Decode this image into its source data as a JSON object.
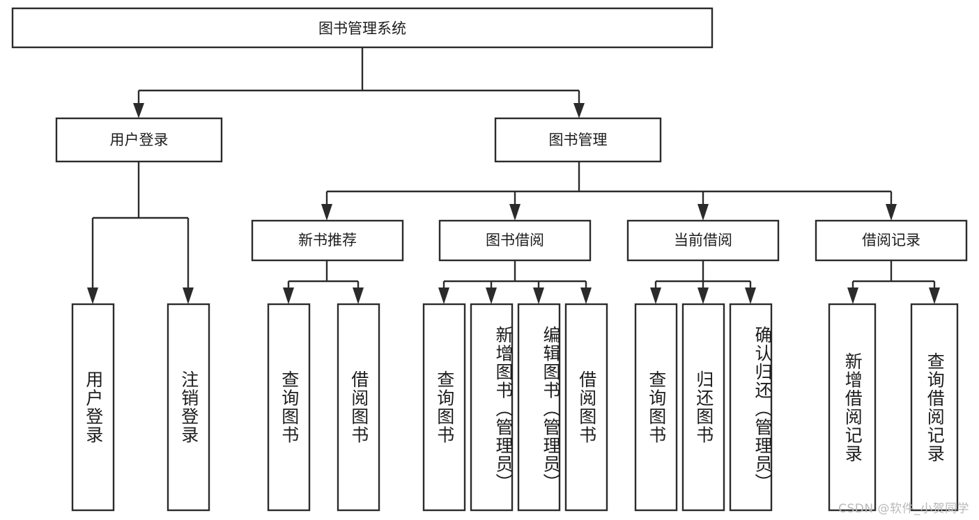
{
  "diagram": {
    "type": "tree",
    "title": "图书管理系统",
    "orientation": "top-down",
    "root": {
      "id": "root",
      "label": "图书管理系统"
    },
    "level2": [
      {
        "id": "user-login",
        "label": "用户登录"
      },
      {
        "id": "book-manage",
        "label": "图书管理"
      }
    ],
    "level3": [
      {
        "id": "new-book-recommend",
        "label": "新书推荐",
        "parent": "book-manage"
      },
      {
        "id": "book-borrow",
        "label": "图书借阅",
        "parent": "book-manage"
      },
      {
        "id": "current-borrow",
        "label": "当前借阅",
        "parent": "book-manage"
      },
      {
        "id": "borrow-record",
        "label": "借阅记录",
        "parent": "book-manage"
      }
    ],
    "leaves": [
      {
        "id": "leaf-user-login",
        "label": "用户登录",
        "parent": "user-login"
      },
      {
        "id": "leaf-logout",
        "label": "注销登录",
        "parent": "user-login"
      },
      {
        "id": "leaf-query-book-1",
        "label": "查询图书",
        "parent": "new-book-recommend"
      },
      {
        "id": "leaf-borrow-book-1",
        "label": "借阅图书",
        "parent": "new-book-recommend"
      },
      {
        "id": "leaf-query-book-2",
        "label": "查询图书",
        "parent": "book-borrow"
      },
      {
        "id": "leaf-add-book",
        "label": "新增图书（管理员）",
        "parent": "book-borrow"
      },
      {
        "id": "leaf-edit-book",
        "label": "编辑图书（管理员）",
        "parent": "book-borrow"
      },
      {
        "id": "leaf-borrow-book-2",
        "label": "借阅图书",
        "parent": "book-borrow"
      },
      {
        "id": "leaf-query-book-3",
        "label": "查询图书",
        "parent": "current-borrow"
      },
      {
        "id": "leaf-return-book",
        "label": "归还图书",
        "parent": "current-borrow"
      },
      {
        "id": "leaf-confirm-return",
        "label": "确认归还（管理员）",
        "parent": "current-borrow"
      },
      {
        "id": "leaf-add-record",
        "label": "新增借阅记录",
        "parent": "borrow-record"
      },
      {
        "id": "leaf-query-record",
        "label": "查询借阅记录",
        "parent": "borrow-record"
      }
    ],
    "colors": {
      "stroke": "#2b2b2b",
      "fill": "#ffffff",
      "text": "#1c1c1c",
      "watermark": "#b9b9b9"
    }
  },
  "watermark": {
    "text": "CSDN @软件_小贺同学"
  }
}
